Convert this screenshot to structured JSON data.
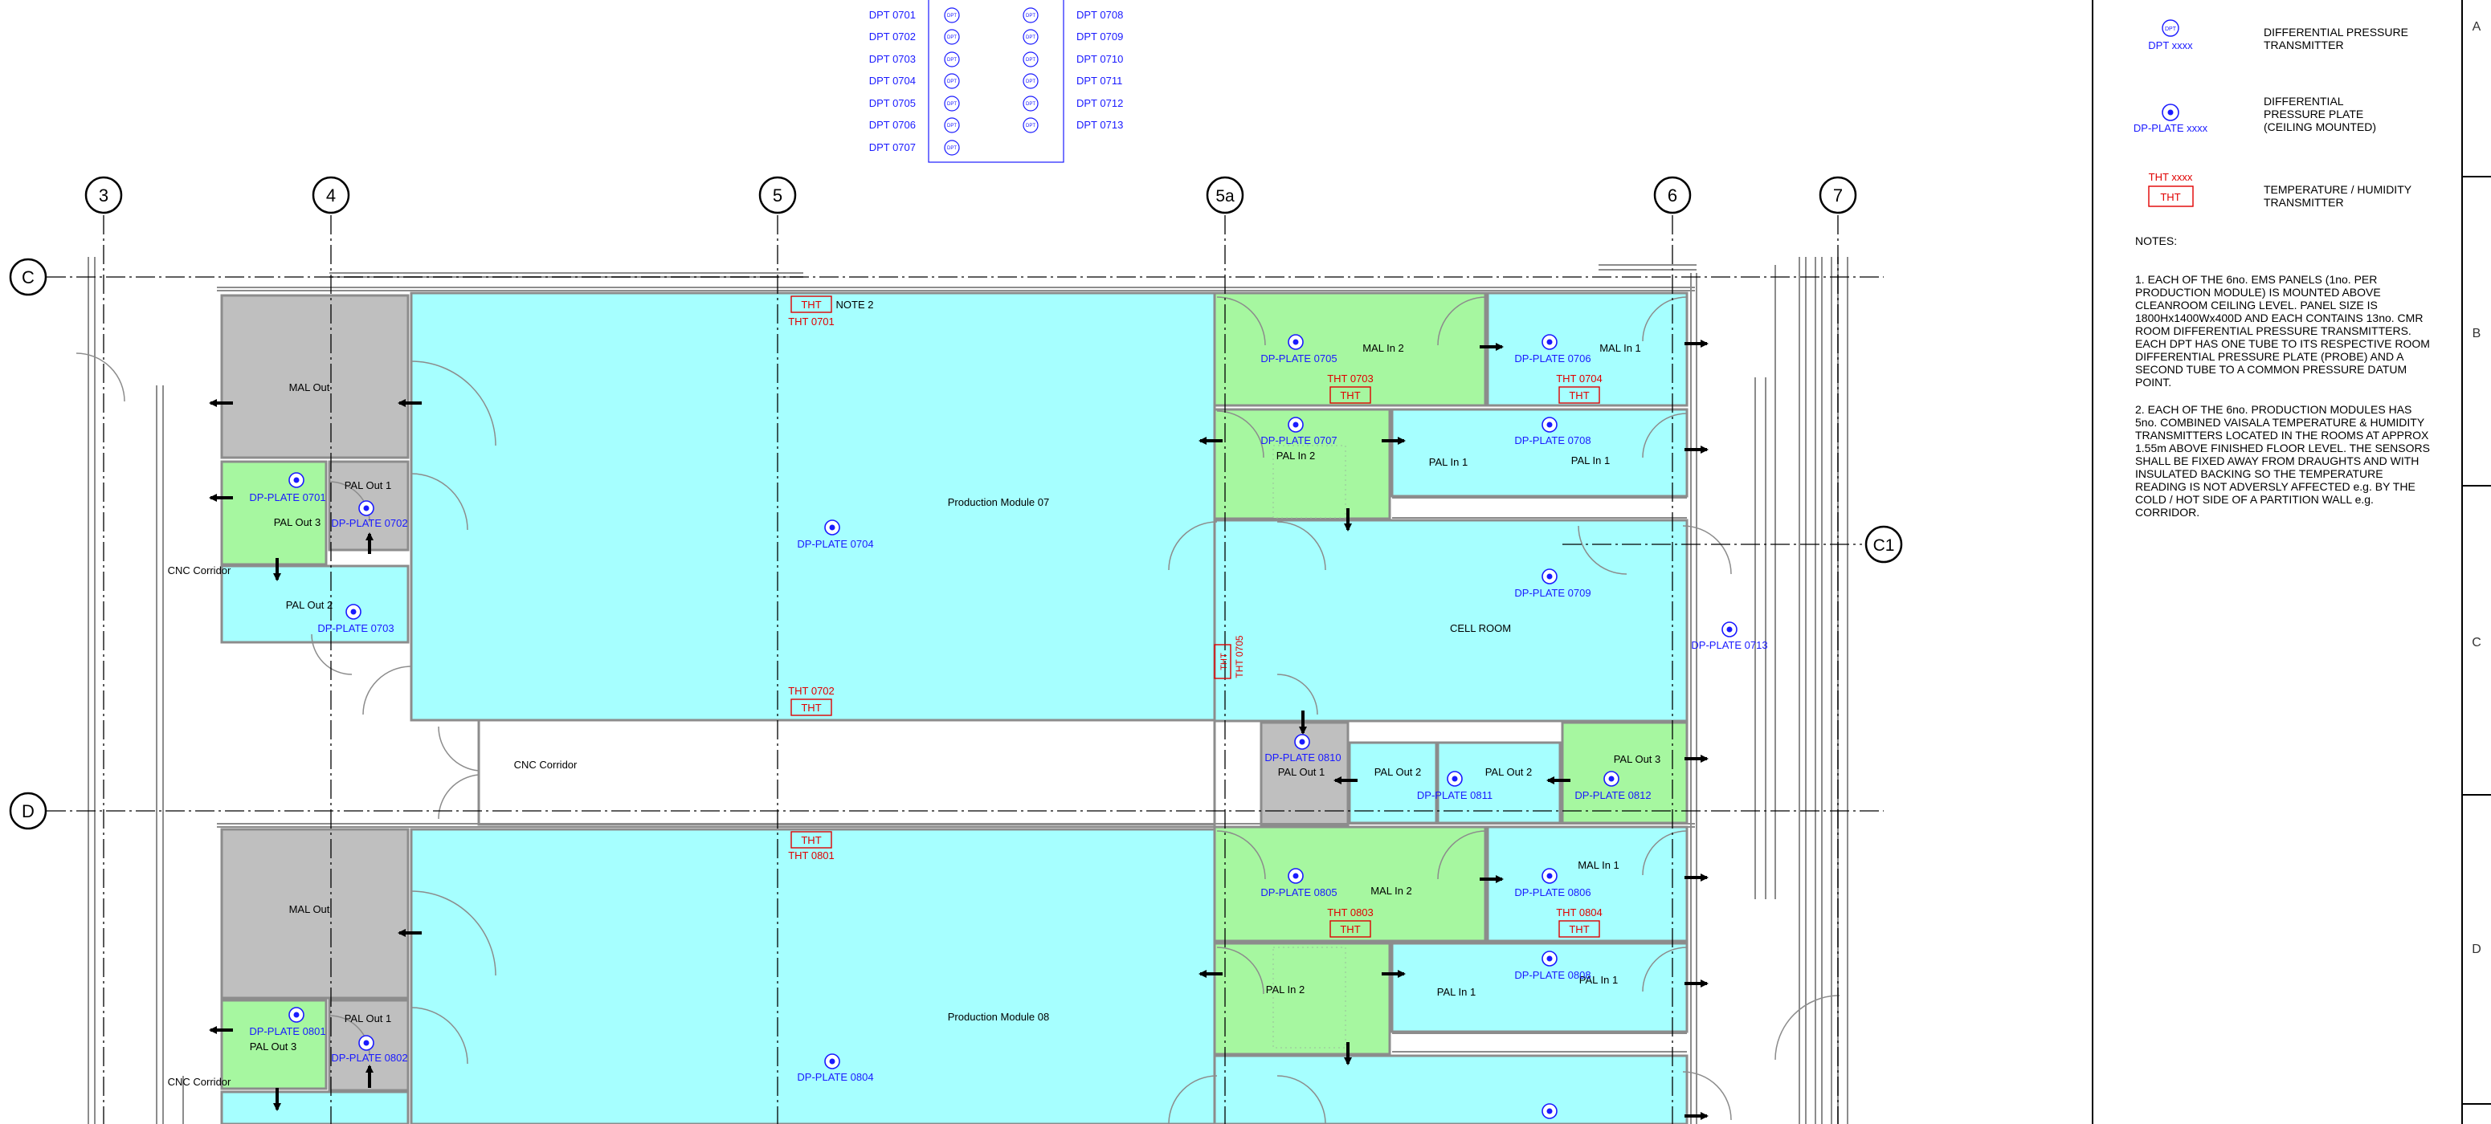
{
  "grids": {
    "columns": [
      "3",
      "4",
      "5",
      "5a",
      "6",
      "7"
    ],
    "rows": [
      "C",
      "D"
    ],
    "sub_rows": [
      "C1"
    ]
  },
  "sheet_border_letters": [
    "A",
    "B",
    "C",
    "D"
  ],
  "dpt_schedule": {
    "left": [
      "DPT 0701",
      "DPT 0702",
      "DPT 0703",
      "DPT 0704",
      "DPT 0705",
      "DPT 0706",
      "DPT 0707"
    ],
    "right": [
      "DPT 0708",
      "DPT 0709",
      "DPT 0710",
      "DPT 0711",
      "DPT 0712",
      "DPT 0713"
    ],
    "symbol_text": "DPT"
  },
  "rooms": {
    "mal_out": "MAL Out",
    "pal_out_1": "PAL Out 1",
    "pal_out_2": "PAL Out 2",
    "pal_out_3": "PAL Out 3",
    "cnc_corridor": "CNC Corridor",
    "production_module_07": "Production  Module 07",
    "production_module_08": "Production  Module 08",
    "mal_in_1": "MAL In 1",
    "mal_in_2": "MAL In 2",
    "pal_in_1": "PAL In 1",
    "pal_in_2": "PAL In 2",
    "cell_room": "CELL ROOM",
    "note_2": "NOTE 2"
  },
  "plates": {
    "p0701": "DP-PLATE 0701",
    "p0702": "DP-PLATE 0702",
    "p0703": "DP-PLATE 0703",
    "p0704": "DP-PLATE 0704",
    "p0705": "DP-PLATE 0705",
    "p0706": "DP-PLATE 0706",
    "p0707": "DP-PLATE 0707",
    "p0708": "DP-PLATE 0708",
    "p0709": "DP-PLATE 0709",
    "p0713": "DP-PLATE 0713",
    "p0801": "DP-PLATE 0801",
    "p0802": "DP-PLATE 0802",
    "p0804": "DP-PLATE 0804",
    "p0805": "DP-PLATE 0805",
    "p0806": "DP-PLATE 0806",
    "p0808": "DP-PLATE 0808",
    "p0810": "DP-PLATE 0810",
    "p0811": "DP-PLATE 0811",
    "p0812": "DP-PLATE 0812"
  },
  "tht": {
    "box": "THT",
    "t0701": "THT 0701",
    "t0702": "THT 0702",
    "t0703": "THT 0703",
    "t0704": "THT 0704",
    "t0705": "THT 0705",
    "t0801": "THT 0801",
    "t0803": "THT 0803",
    "t0804": "THT 0804"
  },
  "legend": {
    "dpt_symbol_label": "DPT xxxx",
    "dpt_desc": [
      "DIFFERENTIAL PRESSURE",
      "TRANSMITTER"
    ],
    "plate_symbol_label": "DP-PLATE xxxx",
    "plate_desc": [
      "DIFFERENTIAL",
      "PRESSURE PLATE",
      "(CEILING MOUNTED)"
    ],
    "tht_symbol_label": "THT xxxx",
    "tht_symbol_box": "THT",
    "tht_desc": [
      "TEMPERATURE / HUMIDITY",
      "TRANSMITTER"
    ],
    "notes_heading": "NOTES:",
    "note_1": [
      "1. EACH OF THE 6no. EMS PANELS (1no. PER",
      "PRODUCTION MODULE) IS MOUNTED ABOVE",
      "CLEANROOM CEILING LEVEL. PANEL SIZE IS",
      "1800Hx1400Wx400D AND EACH CONTAINS 13no. CMR",
      "ROOM DIFFERENTIAL PRESSURE TRANSMITTERS.",
      "EACH DPT HAS ONE TUBE TO ITS RESPECTIVE ROOM",
      "DIFFERENTIAL PRESSURE PLATE (PROBE) AND A",
      "SECOND TUBE TO A COMMON PRESSURE DATUM",
      "POINT."
    ],
    "note_2": [
      "2. EACH OF THE 6no. PRODUCTION MODULES HAS",
      "5no. COMBINED VAISALA TEMPERATURE & HUMIDITY",
      "TRANSMITTERS LOCATED IN THE ROOMS AT APPROX",
      "1.55m ABOVE FINISHED FLOOR LEVEL. THE SENSORS",
      "SHALL BE FIXED AWAY FROM DRAUGHTS AND WITH",
      "INSULATED BACKING SO THE TEMPERATURE",
      "READING IS NOT ADVERSLY AFFECTED e.g. BY THE",
      "COLD / HOT SIDE OF A PARTITION WALL e.g.",
      "CORRIDOR."
    ]
  },
  "colors": {
    "cleanroom": "#a6ffff",
    "airlock": "#a6f7a0",
    "grey_room": "#bfbfbf",
    "dp_blue": "#1a1aff",
    "tht_red": "#e00000",
    "wall": "#8c8c8c"
  }
}
